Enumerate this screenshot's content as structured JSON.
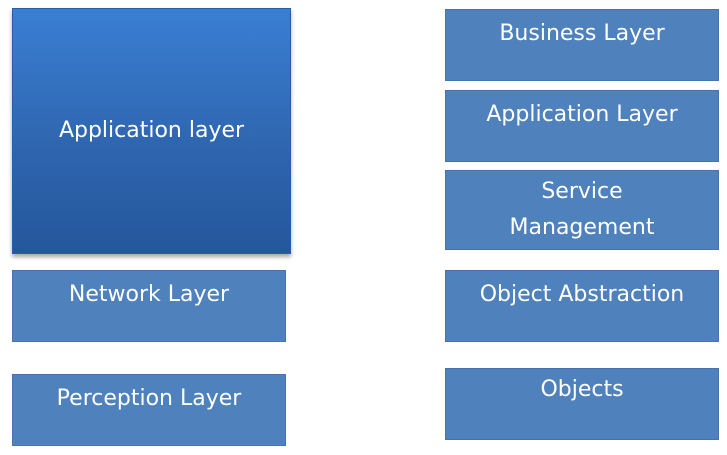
{
  "left_stack": {
    "application_layer": "Application layer",
    "network_layer": "Network Layer",
    "perception_layer": "Perception Layer"
  },
  "right_stack": {
    "business_layer": "Business Layer",
    "application_layer": "Application Layer",
    "service_management": "Service\nManagement",
    "object_abstraction": "Object Abstraction",
    "objects": "Objects"
  },
  "colors": {
    "box_fill": "#4f81bd",
    "highlight_top": "#3a7fd3",
    "highlight_bottom": "#24579b",
    "text": "#ffffff"
  }
}
